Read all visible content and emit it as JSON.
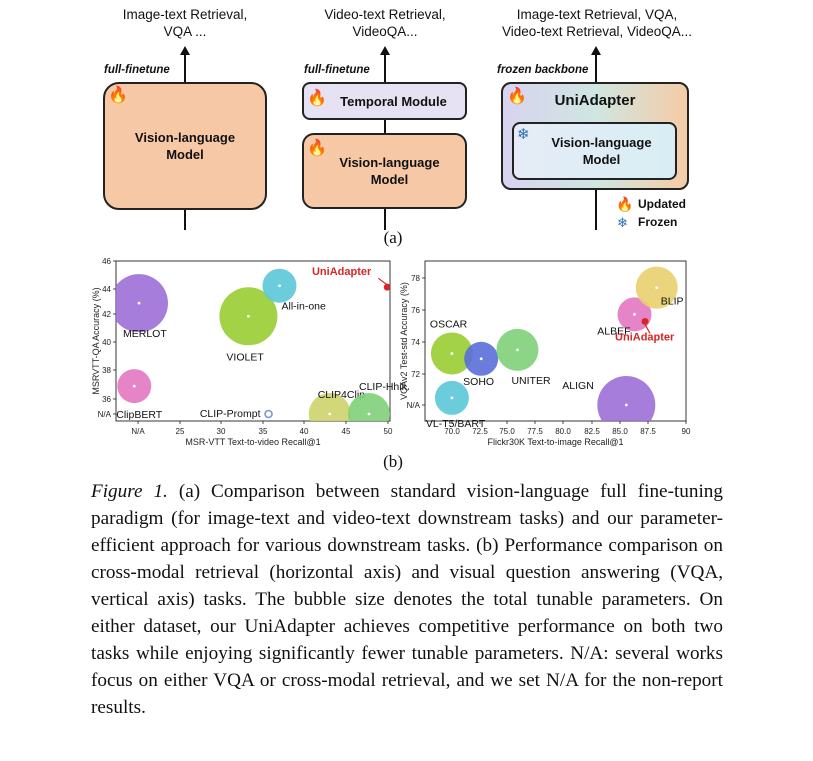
{
  "diagram": {
    "panel1": {
      "top_text_line1": "Image-text Retrieval,",
      "top_text_line2": "VQA ...",
      "mode_label": "full-finetune",
      "box_line1": "Vision-language",
      "box_line2": "Model"
    },
    "panel2": {
      "top_text_line1": "Video-text Retrieval,",
      "top_text_line2": "VideoQA...",
      "mode_label": "full-finetune",
      "temporal_label": "Temporal Module",
      "box_line1": "Vision-language",
      "box_line2": "Model"
    },
    "panel3": {
      "top_text_line1": "Image-text Retrieval, VQA,",
      "top_text_line2": "Video-text Retrieval, VideoQA...",
      "mode_label": "frozen backbone",
      "adapter_label": "UniAdapter",
      "inner_line1": "Vision-language",
      "inner_line2": "Model"
    },
    "legend": {
      "updated": "Updated",
      "frozen": "Frozen"
    },
    "sublabel_a": "(a)",
    "icons": {
      "updated_icon": "flame-icon",
      "frozen_icon": "snowflake-icon"
    }
  },
  "chart_data": [
    {
      "type": "scatter",
      "xlabel": "MSR-VTT Text-to-video Recall@1",
      "ylabel": "MSRVTT-QA Accuracy (%)",
      "xticks": [
        "N/A",
        "25",
        "30",
        "35",
        "40",
        "45",
        "50"
      ],
      "yticks": [
        "N/A",
        "36",
        "38",
        "40",
        "42",
        "44",
        "46"
      ],
      "points": [
        {
          "name": "MERLOT",
          "x": "N/A",
          "y": 43.1,
          "size": "large",
          "color": "#9d6fd8"
        },
        {
          "name": "ClipBERT",
          "x": 22.0,
          "y": 37.4,
          "size": "small",
          "color": "#e377c2"
        },
        {
          "name": "VIOLET",
          "x": 34.5,
          "y": 42.2,
          "size": "large",
          "color": "#9acd32"
        },
        {
          "name": "All-in-one",
          "x": 37.9,
          "y": 44.3,
          "size": "small",
          "color": "#5bc8d8"
        },
        {
          "name": "UniAdapter",
          "x": 49.7,
          "y": 44.2,
          "size": "tiny",
          "color": "#d62728"
        },
        {
          "name": "CLIP-Prompt",
          "x": 36.7,
          "y": "N/A",
          "size": "tiny",
          "color": "#7b96d8"
        },
        {
          "name": "CLIP4Clip",
          "x": 43.4,
          "y": "N/A",
          "size": "medium",
          "color": "#cdd46a"
        },
        {
          "name": "CLIP-Hhiker",
          "x": 47.7,
          "y": "N/A",
          "size": "medium",
          "color": "#7fd07a"
        }
      ]
    },
    {
      "type": "scatter",
      "xlabel": "Flickr30K Text-to-image Recall@1",
      "ylabel": "VQAv2 Test-std Accuracy (%)",
      "xticks": [
        "70.0",
        "72.5",
        "75.0",
        "77.5",
        "80.0",
        "82.5",
        "85.0",
        "87.5",
        "90"
      ],
      "yticks": [
        "N/A",
        "72",
        "74",
        "76",
        "78"
      ],
      "points": [
        {
          "name": "OSCAR",
          "x": 70.0,
          "y": 73.8,
          "size": "medium",
          "color": "#9acd32"
        },
        {
          "name": "VL-T5/BART",
          "x": 70.0,
          "y": 71.3,
          "size": "small",
          "color": "#5bc8d8"
        },
        {
          "name": "SOHO",
          "x": 72.5,
          "y": 73.5,
          "size": "small",
          "color": "#5b6fd8"
        },
        {
          "name": "UNITER",
          "x": 75.6,
          "y": 74.0,
          "size": "medium",
          "color": "#7fd07a"
        },
        {
          "name": "ALIGN",
          "x": 84.9,
          "y": "N/A",
          "size": "large",
          "color": "#9d6fd8"
        },
        {
          "name": "ALBEF",
          "x": 85.6,
          "y": 76.0,
          "size": "small",
          "color": "#e377c2"
        },
        {
          "name": "BLIP",
          "x": 87.5,
          "y": 77.5,
          "size": "medium",
          "color": "#e8cf6e"
        },
        {
          "name": "UniAdapter",
          "x": 86.5,
          "y": 75.6,
          "size": "tiny",
          "color": "#d62728"
        }
      ]
    }
  ],
  "sublabel_b": "(b)",
  "caption": {
    "figure_label": "Figure 1.",
    "text": "(a) Comparison between standard vision-language full fine-tuning paradigm (for image-text and video-text downstream tasks) and our parameter-efficient approach for various downstream tasks. (b) Performance comparison on cross-modal retrieval (horizontal axis) and visual question answering (VQA, vertical axis) tasks. The bubble size denotes the total tunable parameters. On either dataset, our UniAdapter achieves competitive performance on both two tasks while enjoying significantly fewer tunable parameters. N/A: several works focus on either VQA or cross-modal retrieval, and we set N/A for the non-report results."
  }
}
